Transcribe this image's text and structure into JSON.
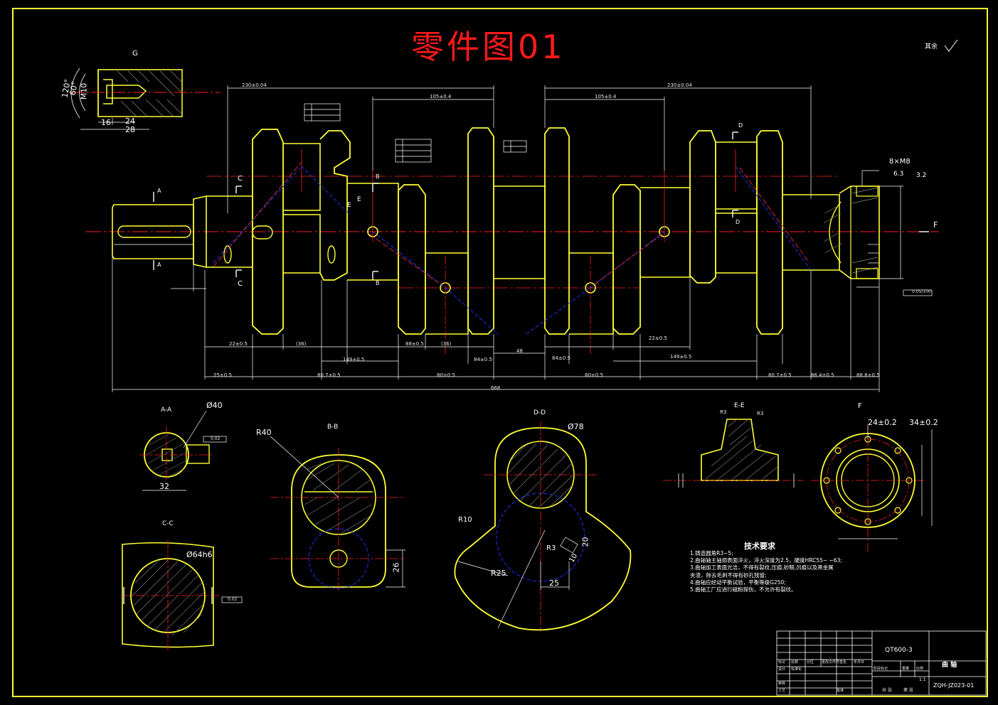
{
  "drawing": {
    "title": "零件图01",
    "roughness_note": "其余",
    "colors": {
      "background": "#000000",
      "outline": "#ffff33",
      "centerline": "#ff2020",
      "hidden": "#2233ff",
      "dimension": "#ffffff",
      "frame": "#ffff33",
      "title": "#ff1a1a"
    }
  },
  "views": {
    "detail_g": {
      "label": "G",
      "dims": [
        "120°",
        "60°",
        "M10",
        "16",
        "24",
        "28"
      ]
    },
    "main": {
      "section_marks": [
        "A",
        "A",
        "C",
        "C",
        "B",
        "B",
        "D",
        "D",
        "E",
        "E",
        "F"
      ],
      "top_dims": [
        "230±0.04",
        "105±0.4",
        "105±0.4",
        "230±0.04"
      ],
      "bottom_dims_row1": [
        "22±0.5",
        "(36)",
        "88±0.5",
        "(36)",
        "84±0.5",
        "84±0.5",
        "22±0.5"
      ],
      "bottom_dims_row2": [
        "149±0.5",
        "48",
        "149±0.5"
      ],
      "bottom_dims_row3": [
        "25±0.5",
        "80.7±0.5",
        "80±0.5",
        "80±0.5",
        "80.7±0.5",
        "86.4±0.5",
        "88.8±0.5"
      ],
      "total_length": "668",
      "right_end": {
        "holes": "8×M8",
        "roughness_a": "6.3",
        "roughness_b": "3.2",
        "runout": "0.05/100"
      }
    },
    "section_aa": {
      "label": "A-A",
      "dia": "Ø40",
      "width": "32",
      "tol": "0.02"
    },
    "section_bb": {
      "label": "B-B",
      "radius": "R40",
      "dims": [
        "26"
      ]
    },
    "section_dd": {
      "label": "D-D",
      "dia": "Ø78",
      "dims": [
        "R10",
        "R25",
        "R3",
        "20",
        "10",
        "25"
      ]
    },
    "section_ee": {
      "label": "E-E",
      "dims": [
        "R3",
        "R3"
      ]
    },
    "section_cc": {
      "label": "C-C",
      "dia": "Ø64h6",
      "tol": "0.02"
    },
    "view_f": {
      "label": "F",
      "dims": [
        "24±0.2",
        "34±0.2"
      ]
    }
  },
  "technical_requirements": {
    "heading": "技术要求",
    "items": [
      "1.铸造圆角R3~5;",
      "2.曲轴轴主轴颈表面淬火，淬火深度为2.5，硬度HRC55~ ~63;",
      "3.曲轴加工表面光洁，不得有裂纹,压痕,砂眼,凹痕以及黑金属",
      "   夹渣，除去毛刺不得有砂孔残留;",
      "4.曲轴应经动平衡试验，平衡等级G250;",
      "5.曲轴工厂应进行磁粉探伤，不允许有裂纹。"
    ]
  },
  "title_block": {
    "material": "QT600-3",
    "part_name": "曲 轴",
    "drawing_no": "ZQH-JZ023-01",
    "scale": "1:1",
    "row_labels": [
      "标记",
      "处数",
      "分区",
      "更改文件号",
      "签名",
      "年月日"
    ],
    "signature_labels": [
      "设计",
      "标准化",
      "审核",
      "工艺",
      "批准"
    ],
    "stage_labels": [
      "阶段标记",
      "重量",
      "比例"
    ],
    "sheet_labels": [
      "共 张",
      "第 张"
    ]
  }
}
